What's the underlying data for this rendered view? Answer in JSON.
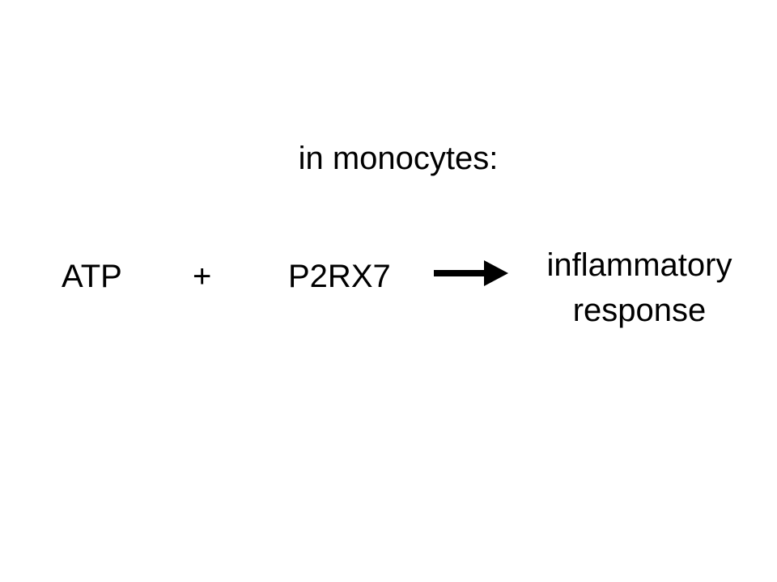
{
  "slide": {
    "heading": "in monocytes:",
    "reaction": {
      "reactant_1": "ATP",
      "operator": "+",
      "reactant_2": "P2RX7",
      "arrow_icon": "right-arrow-icon",
      "product_line_1": "inflammatory",
      "product_line_2": "response"
    }
  },
  "colors": {
    "background": "#ffffff",
    "text": "#000000"
  }
}
